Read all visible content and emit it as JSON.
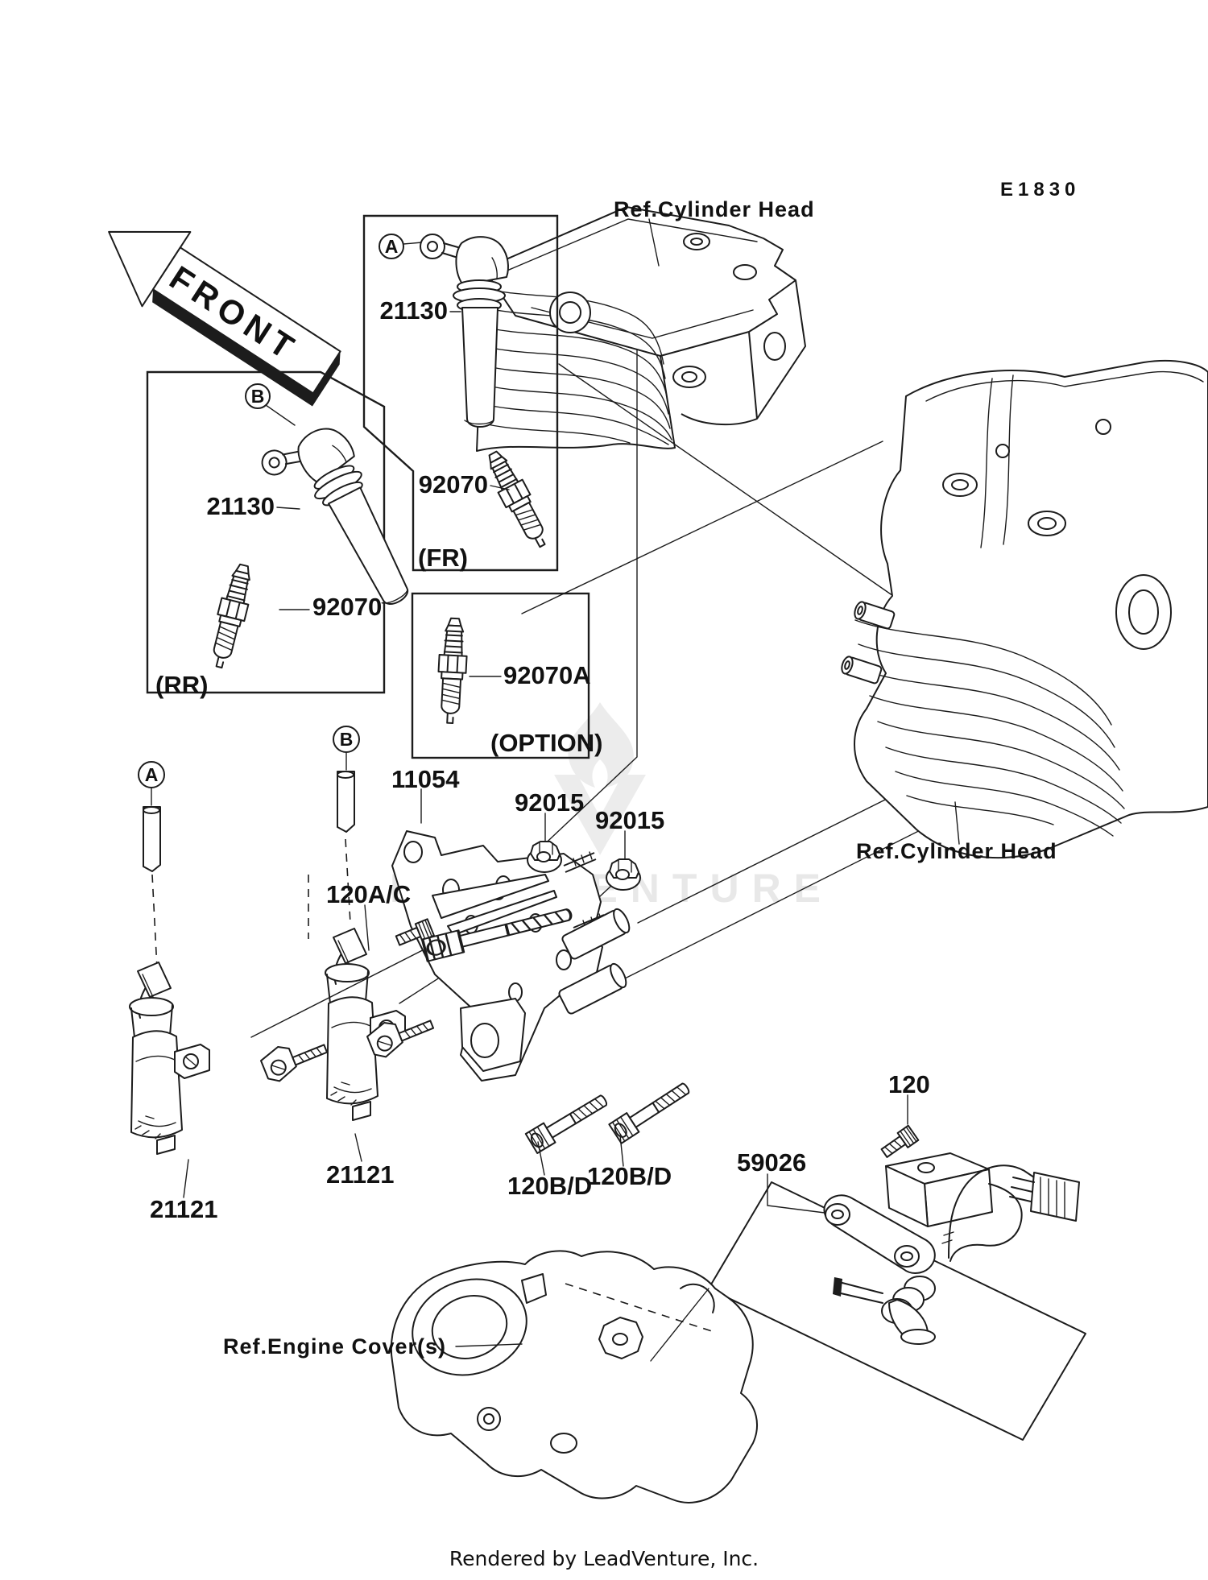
{
  "labels": {
    "code": "E1830",
    "front": "FRONT",
    "ref_head_top": "Ref.Cylinder Head",
    "ref_head_right": "Ref.Cylinder Head",
    "ref_engine_cover": "Ref.Engine Cover(s)",
    "callout_a": "A",
    "callout_b": "B",
    "cap_fr": "21130",
    "plug_fr": "92070",
    "tag_fr": "(FR)",
    "cap_rr": "21130",
    "plug_rr": "92070",
    "tag_rr": "(RR)",
    "plug_option": "92070A",
    "tag_option": "(OPTION)",
    "bracket": "11054",
    "nut_1": "92015",
    "nut_2": "92015",
    "bolt_ac": "120A/C",
    "coil_left": "21121",
    "coil_right": "21121",
    "bolt_bd_1": "120B/D",
    "bolt_bd_2": "120B/D",
    "sensor": "59026",
    "bolt_120": "120",
    "watermark": "LEADVENTURE",
    "footer": "Rendered by LeadVenture, Inc."
  },
  "colors": {
    "line": "#1c1c1c",
    "watermark": "#e8e8e8",
    "background": "#ffffff"
  }
}
